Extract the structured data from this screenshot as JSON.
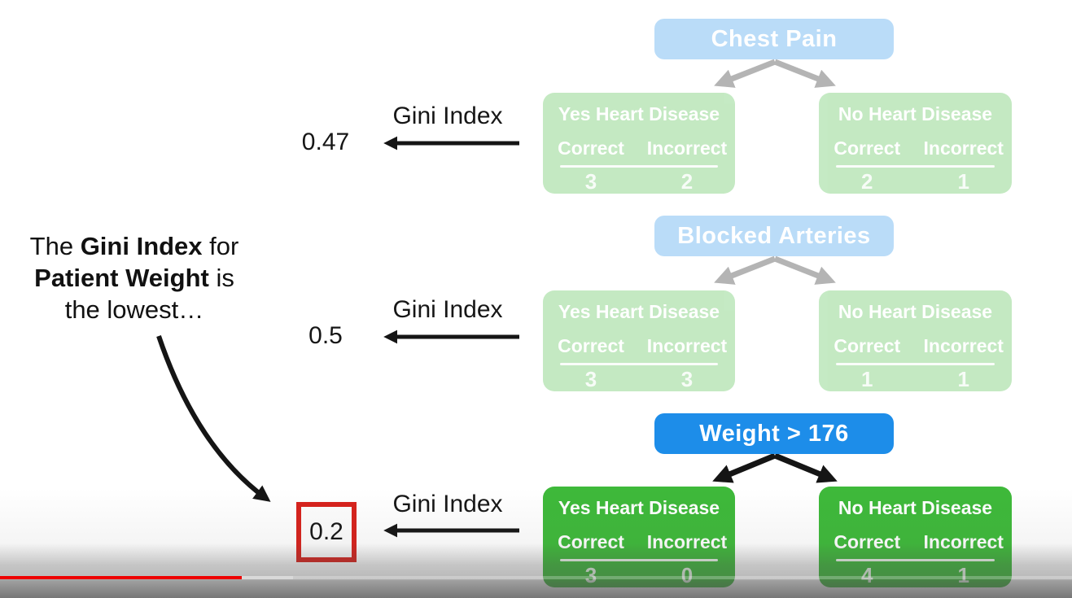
{
  "annotation": {
    "l1a": "The ",
    "l1b": "Gini Index",
    "l1c": " for",
    "l2a": "Patient Weight",
    "l2b": " is",
    "l3": "the lowest…"
  },
  "trees": [
    {
      "root": "Chest Pain",
      "state": "faded",
      "gini_label": "Gini Index",
      "gini_value": "0.47",
      "left": {
        "title": "Yes Heart Disease",
        "c1": "Correct",
        "c2": "Incorrect",
        "v1": "3",
        "v2": "2"
      },
      "right": {
        "title": "No Heart Disease",
        "c1": "Correct",
        "c2": "Incorrect",
        "v1": "2",
        "v2": "1"
      }
    },
    {
      "root": "Blocked Arteries",
      "state": "faded",
      "gini_label": "Gini Index",
      "gini_value": "0.5",
      "left": {
        "title": "Yes Heart Disease",
        "c1": "Correct",
        "c2": "Incorrect",
        "v1": "3",
        "v2": "3"
      },
      "right": {
        "title": "No Heart Disease",
        "c1": "Correct",
        "c2": "Incorrect",
        "v1": "1",
        "v2": "1"
      }
    },
    {
      "root": "Weight > 176",
      "state": "highlighted",
      "gini_label": "Gini Index",
      "gini_value": "0.2",
      "left": {
        "title": "Yes Heart Disease",
        "c1": "Correct",
        "c2": "Incorrect",
        "v1": "3",
        "v2": "0"
      },
      "right": {
        "title": "No Heart Disease",
        "c1": "Correct",
        "c2": "Incorrect",
        "v1": "4",
        "v2": "1"
      }
    }
  ],
  "colors": {
    "node_blue": "#1d8de9",
    "leaf_green": "#3eb93a",
    "highlight_red_border": "#d7221c",
    "progress_red": "#ee0000",
    "faded_branch_gray": "#b4b4b4",
    "arrow_black": "#151515"
  },
  "player": {
    "played_style": "width:297px",
    "buffered_style": "left:297px;width:63px"
  }
}
